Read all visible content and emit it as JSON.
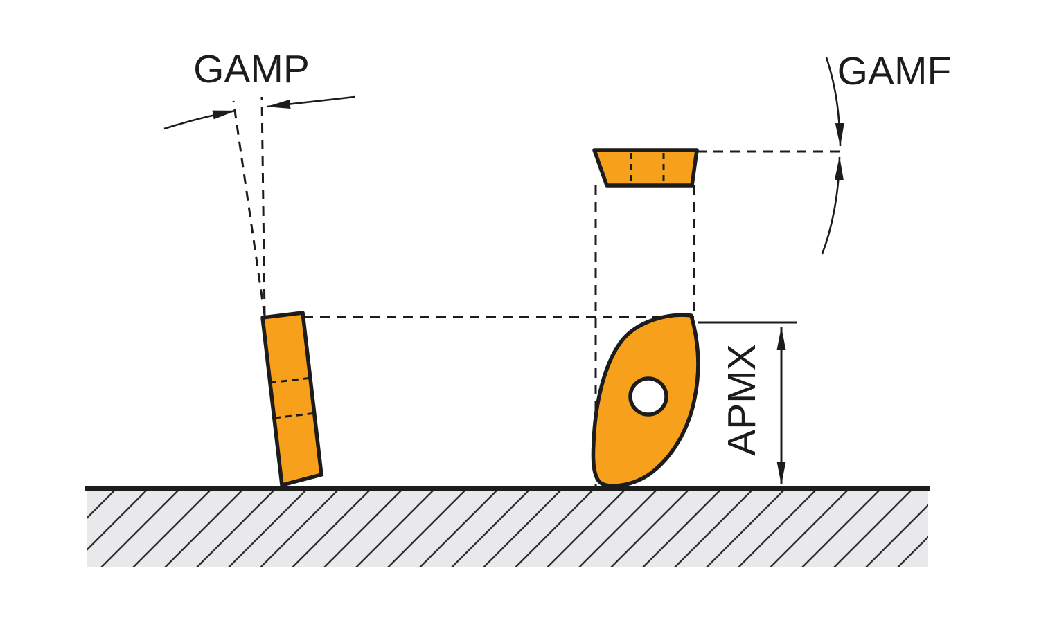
{
  "labels": {
    "gamp": "GAMP",
    "gamf": "GAMF",
    "apmx": "APMX"
  },
  "colors": {
    "insert": "#F7A01C",
    "outline": "#1C1C1C",
    "ground_fill": "#E9E9EB",
    "hatch_line": "#2F2F2F",
    "hole": "#FFFFFF",
    "background": "#FFFFFF"
  }
}
